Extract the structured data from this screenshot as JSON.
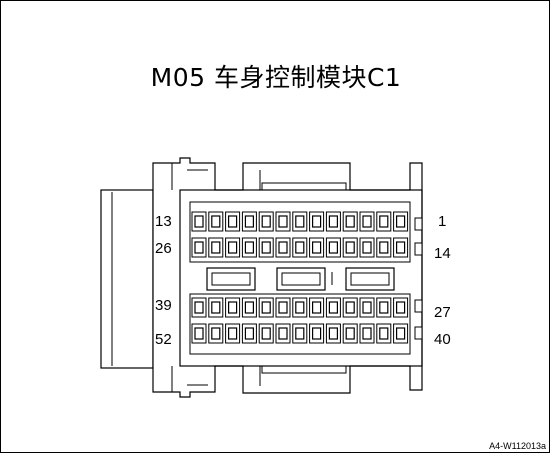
{
  "title": "M05 车身控制模块C1",
  "pin_labels": {
    "row1_left": "13",
    "row1_right": "1",
    "row2_left": "26",
    "row2_right": "14",
    "row3_left": "39",
    "row3_right": "27",
    "row4_left": "52",
    "row4_right": "40"
  },
  "footer_code": "A4-W112013a"
}
